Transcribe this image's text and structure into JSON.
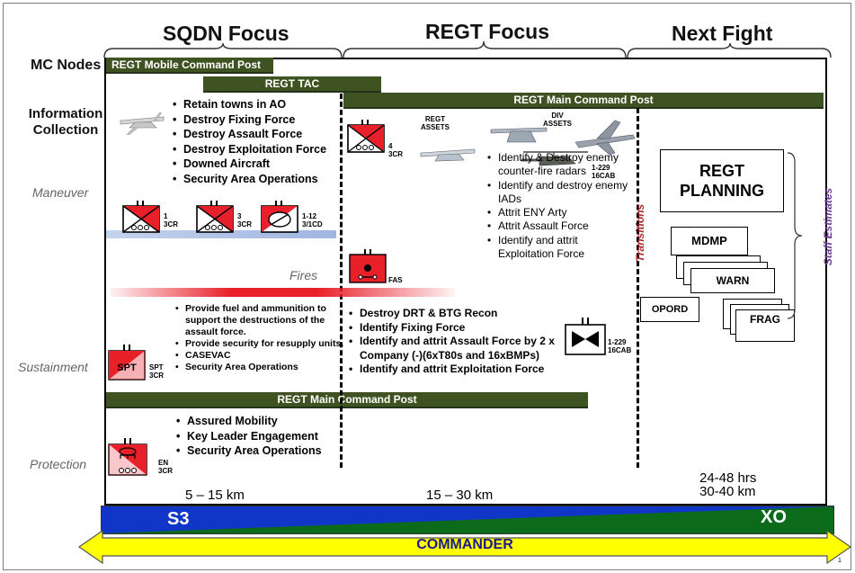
{
  "headers": {
    "sqdn": "SQDN Focus",
    "regt": "REGT Focus",
    "next": "Next Fight"
  },
  "rows": {
    "mc_nodes": "MC Nodes",
    "info_collection": "Information Collection",
    "maneuver": "Maneuver",
    "sustainment": "Sustainment",
    "protection": "Protection"
  },
  "bars": {
    "mobile_cp": "REGT  Mobile Command Post",
    "tac": "REGT TAC",
    "main_cp": "REGT Main Command Post",
    "main_cp_lower": "REGT Main Command Post"
  },
  "sqdn_tasks": [
    "Retain towns in AO",
    "Destroy Fixing Force",
    "Destroy Assault Force",
    "Destroy Exploitation Force",
    "Downed Aircraft",
    "Security Area Operations"
  ],
  "fires_label": "Fires",
  "units": {
    "u1": {
      "num": "1",
      "sub": "3CR"
    },
    "u3": {
      "num": "3",
      "sub": "3CR"
    },
    "u112": {
      "num": "1-12",
      "sub": "3/1CD"
    },
    "u4": {
      "num": "4",
      "sub": "3CR"
    },
    "fas": {
      "num": "FAS"
    },
    "spt": {
      "inside": "SPT",
      "num": "SPT",
      "sub": "3CR"
    },
    "en": {
      "num": "EN",
      "sub": "3CR"
    },
    "cab": {
      "num": "1-229",
      "sub": "16CAB"
    },
    "cab2": {
      "num": "1-229",
      "sub": "16CAB"
    }
  },
  "assets": {
    "regt": "REGT\nASSETS",
    "div": "DIV\nASSETS"
  },
  "regt_tasks_fires": [
    "Identify & Destroy enemy counter-fire radars",
    "Identify and destroy enemy IADs",
    "Attrit ENY  Arty",
    "Attrit Assault Force",
    "Identify and attrit Exploitation Force"
  ],
  "sustainment_tasks": [
    "Provide fuel and ammunition to support the destructions of the assault force.",
    "Provide security for resupply units.",
    "CASEVAC",
    "Security Area Operations"
  ],
  "regt_tasks_sust": [
    "Destroy DRT & BTG Recon",
    "Identify Fixing Force",
    "Identify and attrit Assault Force by 2 x Company (-)(6xT80s  and 16xBMPs)",
    "Identify and attrit Exploitation Force"
  ],
  "protection_tasks": [
    "Assured Mobility",
    "Key Leader Engagement",
    "Security Area Operations"
  ],
  "transitions": "Transitions",
  "planning": {
    "regt_planning": "REGT PLANNING",
    "mdmp": "MDMP",
    "warn": "WARN",
    "opord": "OPORD",
    "frag": "FRAG",
    "staff_estimates": "Staff Estimates"
  },
  "distances": {
    "sqdn": "5 – 15 km",
    "regt": "15 – 30 km",
    "next_hrs": "24-48 hrs",
    "next_km": "30-40 km"
  },
  "bottom": {
    "s3": "S3",
    "xo": "XO",
    "commander": "COMMANDER",
    "page": "1"
  },
  "colors": {
    "bar_green": "#3f5322",
    "unit_red": "#e8202a",
    "s3_blue": "#1036c8",
    "xo_green": "#0c6b1a",
    "commander_yellow": "#ffff00"
  }
}
